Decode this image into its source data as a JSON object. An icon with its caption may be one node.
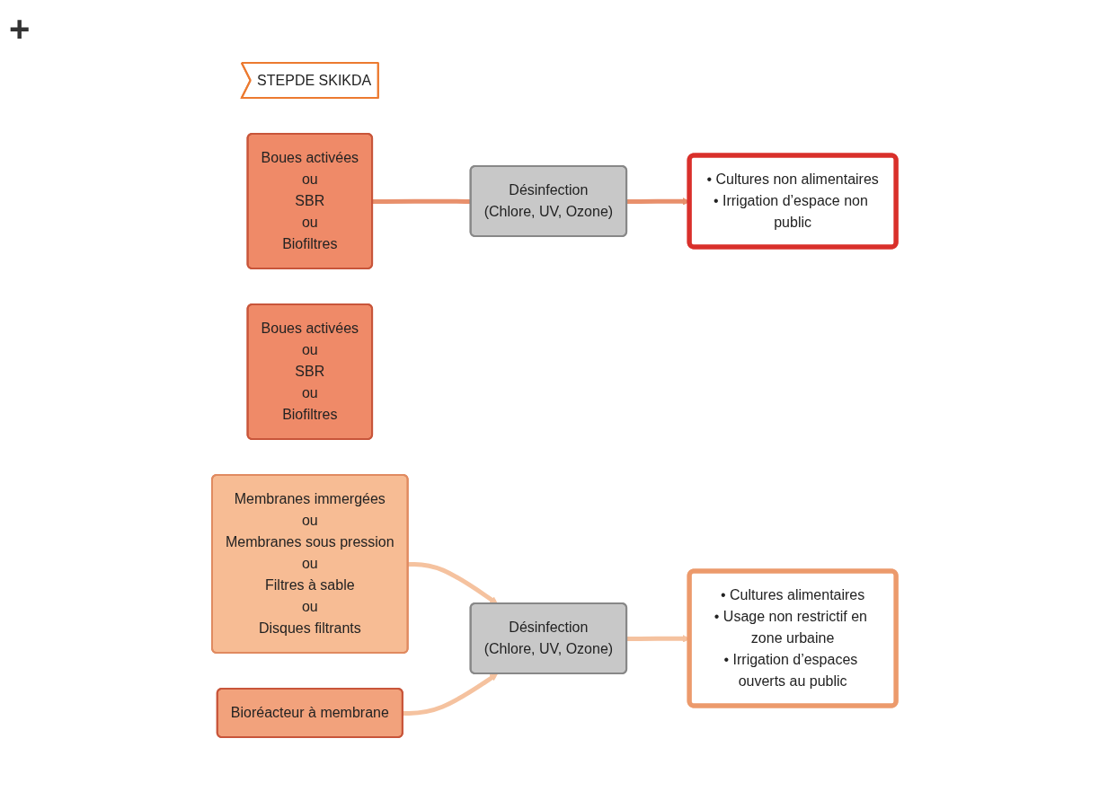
{
  "diagram": {
    "nodes": [
      {
        "text": [
          "STEPDE SKIKDA"
        ]
      },
      {
        "text": [
          "Boues activées",
          "ou",
          "SBR",
          "ou",
          "Biofiltres"
        ]
      },
      {
        "text": [
          "Désinfection",
          "(Chlore, UV, Ozone)"
        ]
      },
      {
        "text": [
          "• Cultures non alimentaires",
          "• Irrigation d’espace non public"
        ]
      },
      {
        "text": [
          "Boues activées",
          "ou",
          "SBR",
          "ou",
          "Biofiltres"
        ]
      },
      {
        "text": [
          "Membranes immergées",
          "ou",
          "Membranes sous pression",
          "ou",
          "Filtres à sable",
          "ou",
          "Disques filtrants"
        ]
      },
      {
        "text": [
          "Bioréacteur à membrane"
        ]
      },
      {
        "text": [
          "Désinfection",
          "(Chlore, UV, Ozone)"
        ]
      },
      {
        "text": [
          "• Cultures alimentaires",
          "• Usage non restrictif en zone urbaine",
          "• Irrigation d’espaces ouverts au public"
        ]
      }
    ],
    "edges": [
      {
        "from": 1,
        "to": 2,
        "arrow": "none",
        "color": "#e8906c"
      },
      {
        "from": 2,
        "to": 3,
        "arrow": "to",
        "color": "#e8906c"
      },
      {
        "from": 5,
        "to": 7,
        "arrow": "to"
      },
      {
        "from": 6,
        "to": 7,
        "arrow": "to"
      },
      {
        "from": 7,
        "to": 8,
        "arrow": "to"
      }
    ],
    "labels": [
      "+"
    ]
  }
}
